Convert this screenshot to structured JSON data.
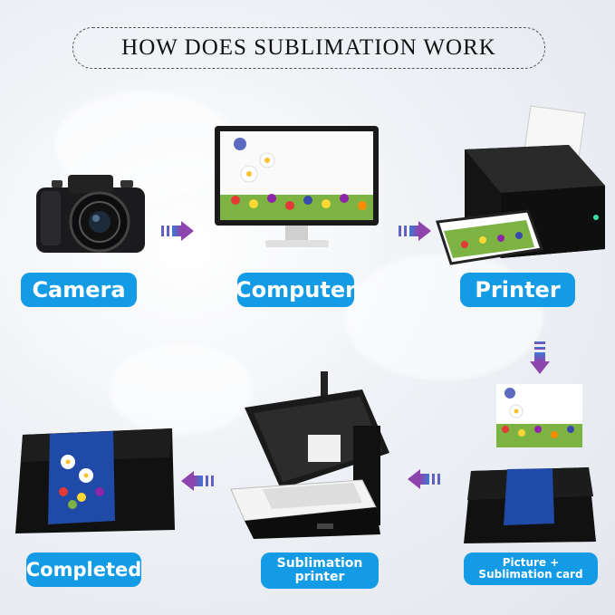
{
  "title": "HOW DOES SUBLIMATION WORK",
  "steps": {
    "camera": "Camera",
    "computer": "Computer",
    "printer": "Printer",
    "picture_card": "Picture + Sublimation card",
    "sublimation_printer": "Sublimation printer",
    "completed": "Completed"
  },
  "colors": {
    "label_bg": "#139be6",
    "arrow_start": "#3a7bd5",
    "arrow_end": "#8e44ad"
  }
}
